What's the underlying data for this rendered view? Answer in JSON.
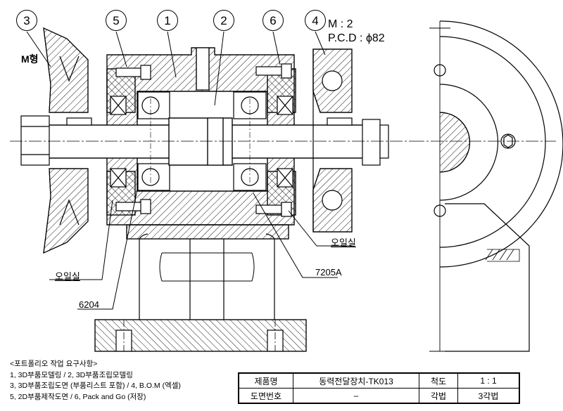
{
  "balloons": [
    "3",
    "5",
    "1",
    "2",
    "6",
    "4"
  ],
  "gear_spec": {
    "module": "M : 2",
    "pcd": "P.C.D : ϕ82"
  },
  "pulley_type": "M형",
  "callouts": {
    "oil_seal_right": "오일실",
    "bearing_right": "7205A",
    "oil_seal_left": "오일실",
    "bearing_left": "6204"
  },
  "notes": {
    "title": "<포트폴리오 작업 요구사항>",
    "line1": "1, 3D부품모델링 / 2, 3D부품조립모델링",
    "line2": "3, 3D부품조립도면 (부품리스트 포함) / 4, B.O.M (엑셀)",
    "line3": "5, 2D부품제작도면 / 6, Pack and Go (저장)"
  },
  "title_block": {
    "product_label": "제품명",
    "product_value": "동력전달장치-TK013",
    "scale_label": "척도",
    "scale_value": "1 : 1",
    "drawing_no_label": "도면번호",
    "drawing_no_value": "–",
    "projection_label": "각법",
    "projection_value": "3각법"
  }
}
